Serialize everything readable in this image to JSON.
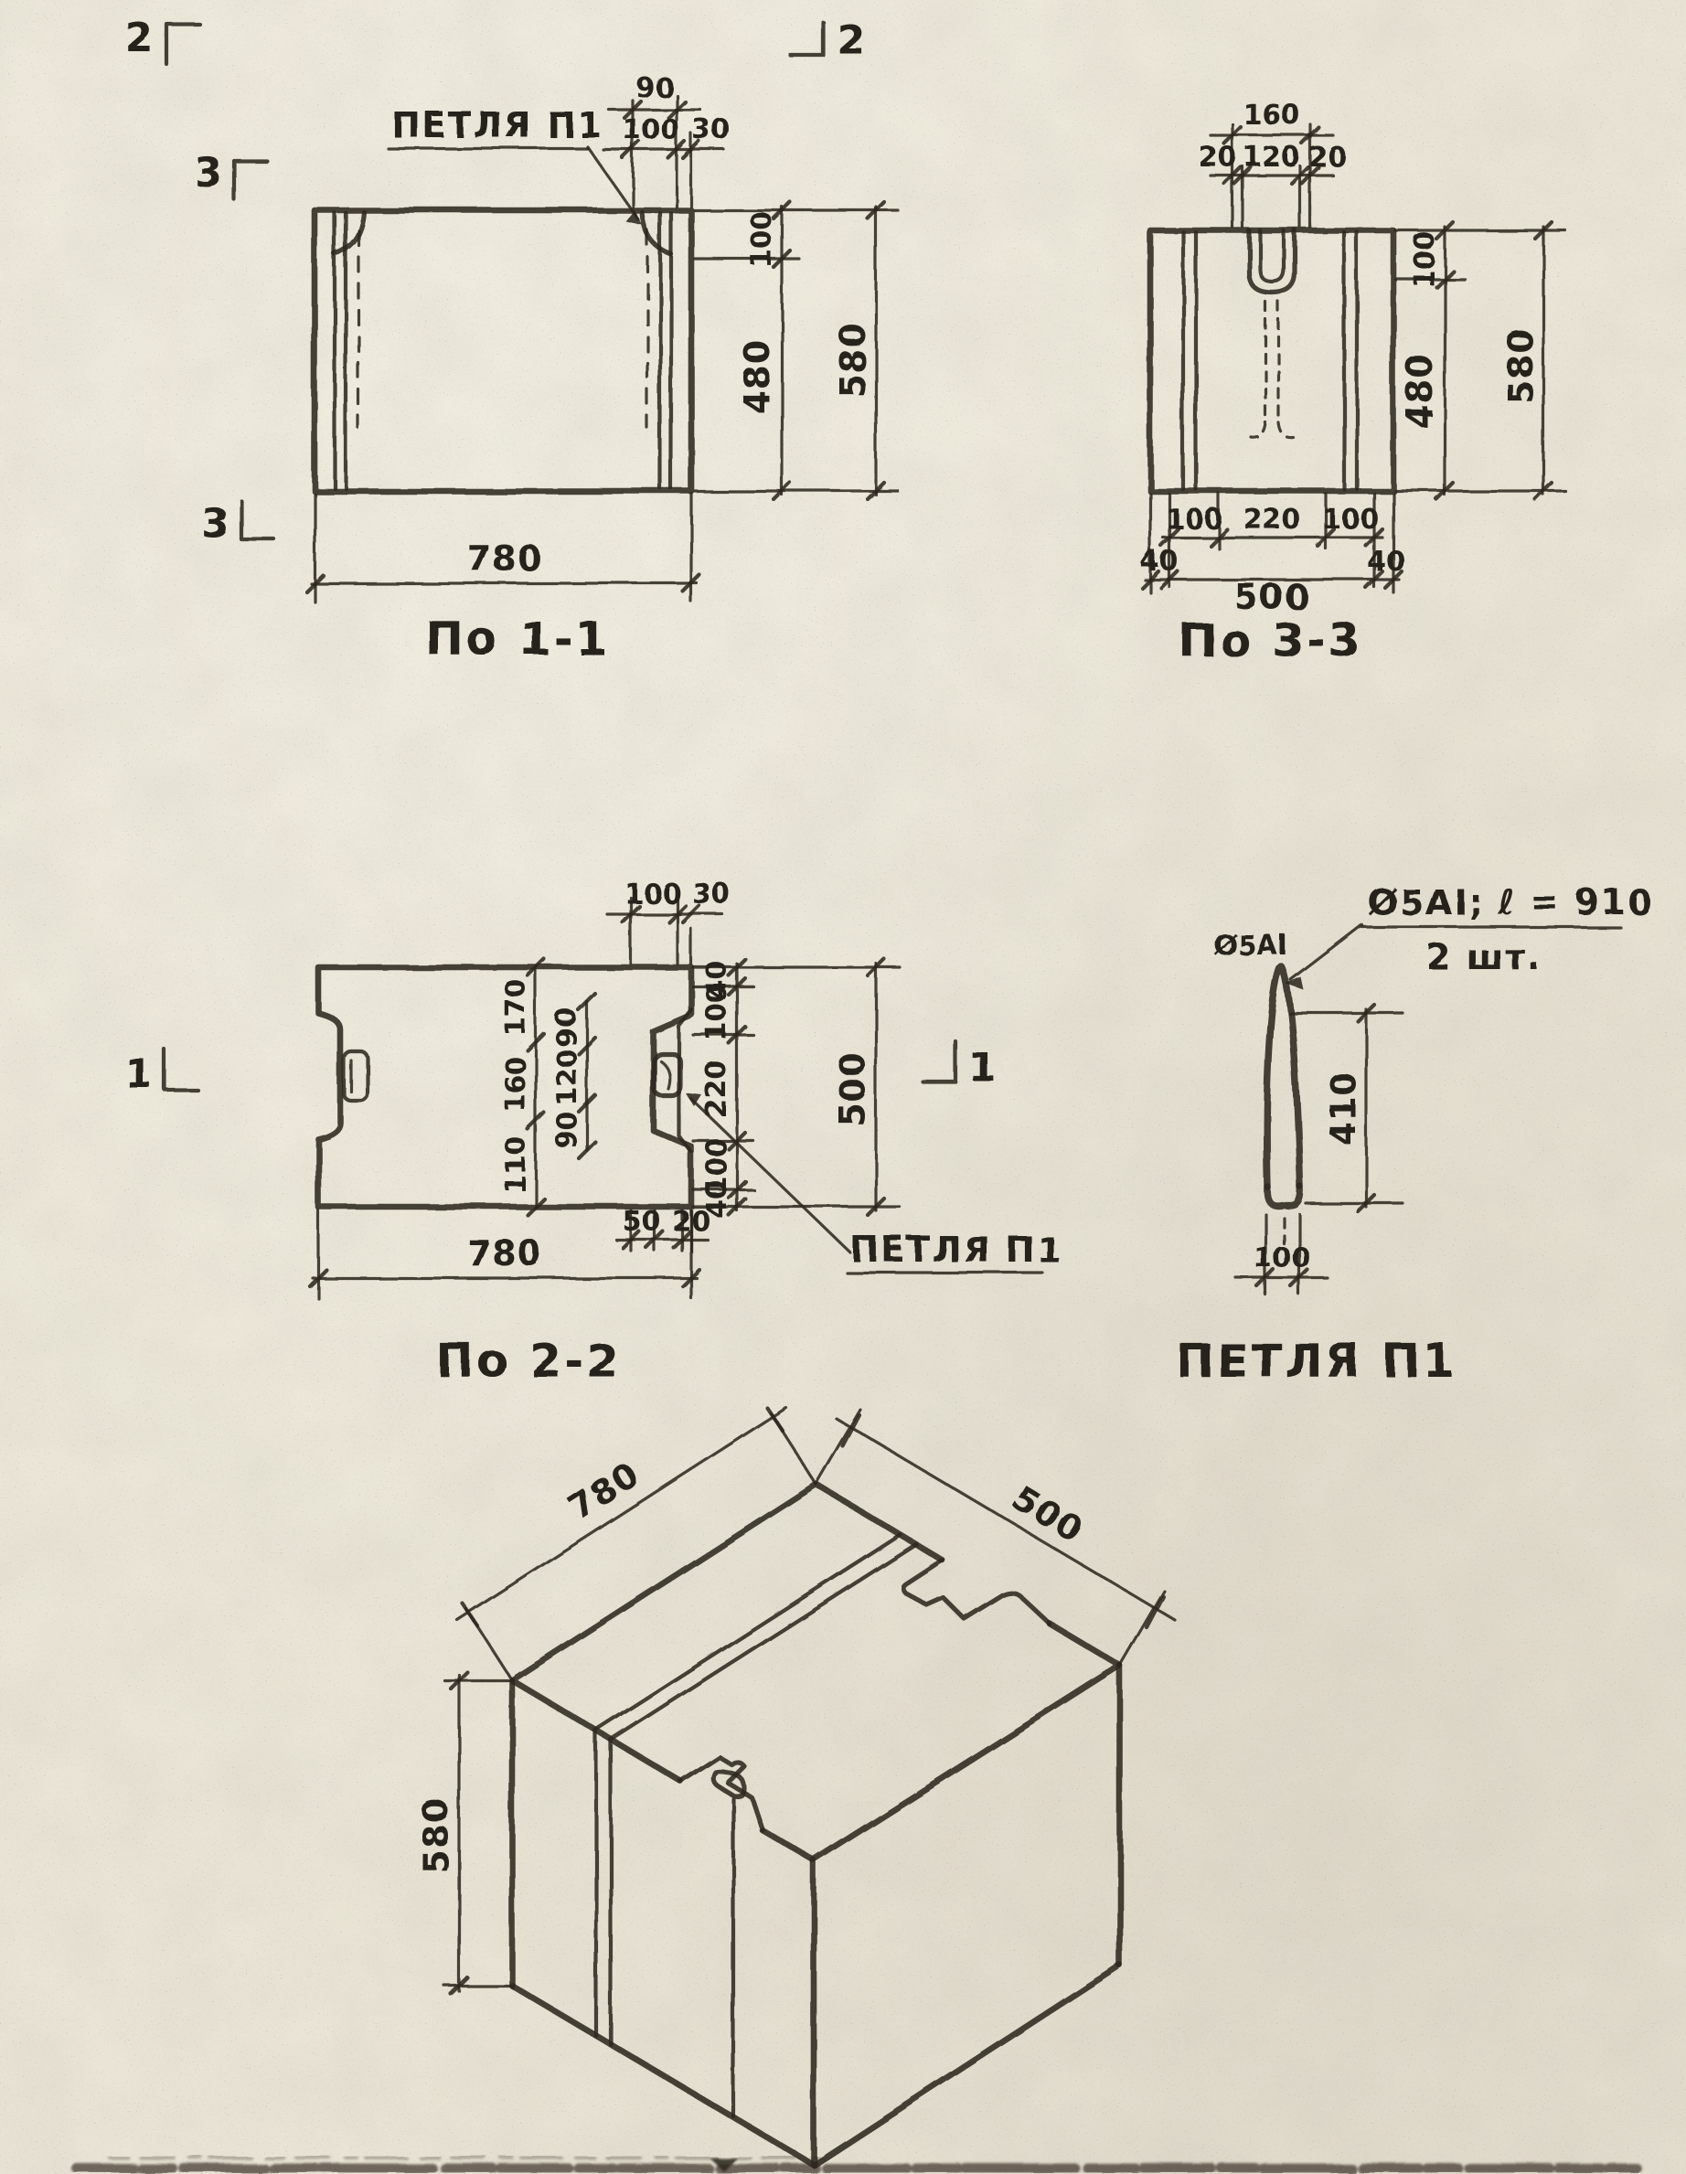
{
  "markers": {
    "sec2_left": "2",
    "sec2_right": "2",
    "sec3_top": "3",
    "sec3_bottom": "3",
    "sec1_left": "1",
    "sec1_right": "1"
  },
  "view11": {
    "title": "По 1-1",
    "loop_label": "ПЕТЛЯ П1",
    "dim_90": "90",
    "dim_100_top": "100",
    "dim_30": "30",
    "dim_100_right": "100",
    "dim_480": "480",
    "dim_580": "580",
    "dim_780": "780"
  },
  "view33": {
    "title": "По 3-3",
    "dim_160": "160",
    "dim_20l": "20",
    "dim_120": "120",
    "dim_20r": "20",
    "dim_100_right": "100",
    "dim_480": "480",
    "dim_580": "580",
    "dim_100bl": "100",
    "dim_220": "220",
    "dim_100br": "100",
    "dim_40l": "40",
    "dim_500": "500",
    "dim_40r": "40"
  },
  "view22": {
    "title": "По 2-2",
    "loop_label": "ПЕТЛЯ П1",
    "dim_100_top": "100",
    "dim_30": "30",
    "dim_170": "170",
    "dim_160": "160",
    "dim_110": "110",
    "dim_90a": "90",
    "dim_120": "120",
    "dim_90b": "90",
    "dim_40t": "40",
    "dim_100a": "100",
    "dim_220": "220",
    "dim_100b": "100",
    "dim_40b": "40",
    "dim_500": "500",
    "dim_50": "50",
    "dim_20": "20",
    "dim_780": "780"
  },
  "loop": {
    "title": "ПЕТЛЯ П1",
    "spec_left": "Ø5АI",
    "callout": "Ø5АI; ℓ = 910",
    "qty": "2 шт.",
    "dim_410": "410",
    "dim_100": "100"
  },
  "iso": {
    "dim_780": "780",
    "dim_500": "500",
    "dim_580": "580"
  }
}
